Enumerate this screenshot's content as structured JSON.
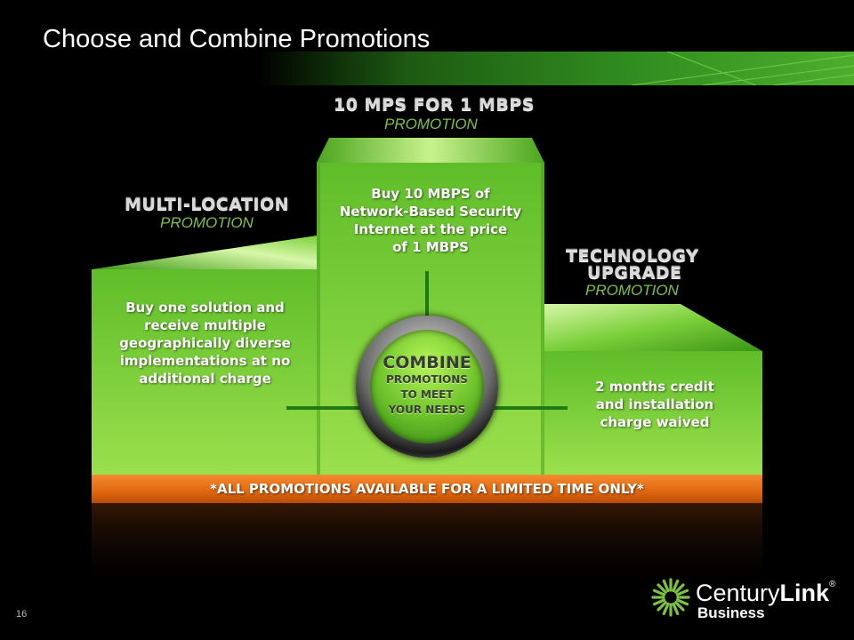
{
  "slide": {
    "title": "Choose and Combine Promotions",
    "page_number": "16"
  },
  "colors": {
    "background": "#000000",
    "green_light": "#9fe24a",
    "green_dark": "#4ea61d",
    "orange": "#e56a12",
    "label_sub": "#7dc241"
  },
  "promotions": {
    "center": {
      "name": "10 MPS FOR 1 MBPS",
      "sub": "PROMOTION",
      "lines": [
        "Buy 10 MBPS of",
        "Network-Based Security",
        "Internet at the price",
        "of 1 MBPS"
      ]
    },
    "left": {
      "name": "MULTI-LOCATION",
      "sub": "PROMOTION",
      "lines": [
        "Buy one solution and",
        "receive multiple",
        "geographically diverse",
        "implementations at no",
        "additional charge"
      ]
    },
    "right": {
      "name_1": "TECHNOLOGY",
      "name_2": "UPGRADE",
      "sub": "PROMOTION",
      "lines": [
        "2 months credit",
        "and installation",
        "charge waived"
      ]
    }
  },
  "badge": {
    "line1": "COMBINE",
    "line2": "PROMOTIONS",
    "line3": "TO MEET",
    "line4": "YOUR NEEDS"
  },
  "footer_banner": "*ALL PROMOTIONS AVAILABLE FOR A LIMITED TIME ONLY*",
  "logo": {
    "name_regular": "Century",
    "name_bold": "Link",
    "registered": "®",
    "sub": "Business",
    "icon": "centurylink-burst-icon"
  }
}
